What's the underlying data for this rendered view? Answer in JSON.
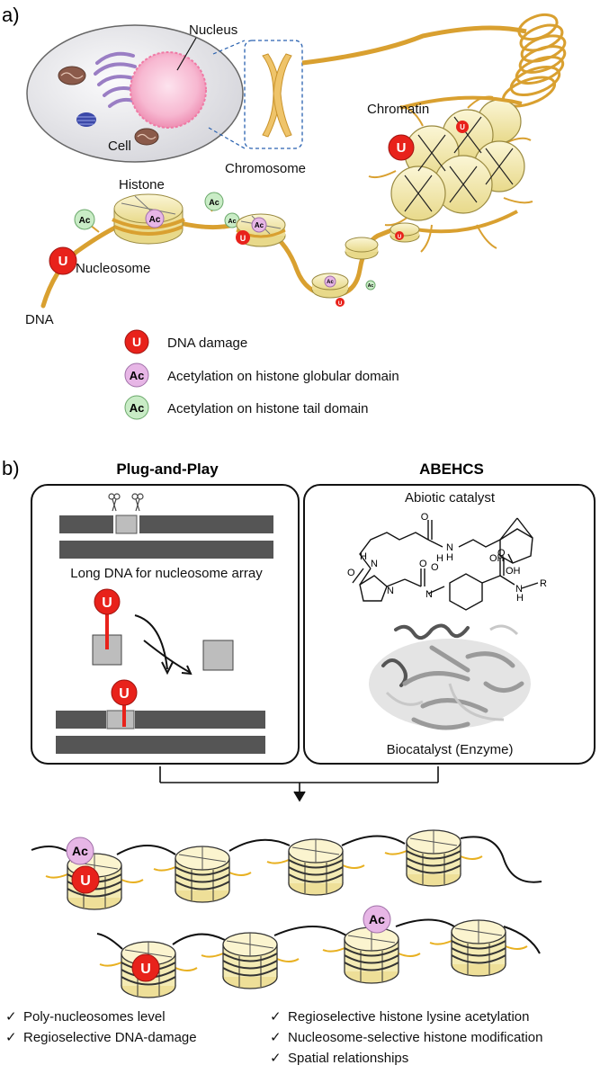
{
  "panel_a": {
    "label": "a)",
    "labels": {
      "nucleus": "Nucleus",
      "cell": "Cell",
      "chromosome": "Chromosome",
      "chromatin": "Chromatin",
      "histone": "Histone",
      "nucleosome": "Nucleosome",
      "dna": "DNA"
    },
    "badges": {
      "u": "U",
      "ac": "Ac"
    },
    "legend": [
      {
        "symbol": "U",
        "text": "DNA damage",
        "color": "#e8221b"
      },
      {
        "symbol": "Ac",
        "text": "Acetylation on histone  globular domain",
        "color": "#e7b6e6"
      },
      {
        "symbol": "Ac",
        "text": "Acetylation on histone tail domain",
        "color": "#c9ecc6"
      }
    ]
  },
  "panel_b": {
    "label": "b)",
    "left": {
      "title": "Plug-and-Play",
      "caption": "Long DNA for nucleosome array"
    },
    "right": {
      "title": "ABEHCS",
      "top_caption": "Abiotic catalyst",
      "bottom_caption": "Biocatalyst (Enzyme)",
      "chem": {
        "h": "H",
        "o": "O",
        "n": "N",
        "oh": "OH",
        "r": "R"
      }
    },
    "checklist_left": [
      "Poly-nucleosomes level",
      "Regioselective DNA-damage"
    ],
    "checklist_right": [
      "Regioselective histone lysine acetylation",
      "Nucleosome-selective histone modification",
      "Spatial relationships"
    ],
    "check_symbol": "✓"
  },
  "colors": {
    "dna_gold": "#d9a030",
    "histone_fill": "#f6edb8",
    "damage_red": "#e8221b",
    "globular_ac": "#e7b6e6",
    "tail_ac": "#c9ecc6",
    "dark_bar": "#555555",
    "light_box": "#bdbdbd"
  }
}
